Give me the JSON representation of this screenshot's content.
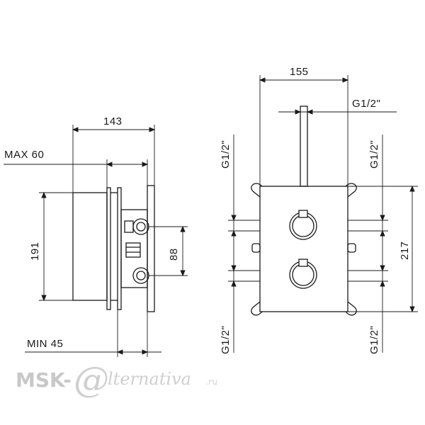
{
  "side_view": {
    "width_dim": "143",
    "max_depth": "MAX 60",
    "height_dim": "191",
    "outlet_spacing": "88",
    "min_depth": "MIN 45"
  },
  "front_view": {
    "width_dim": "155",
    "height_dim": "217",
    "thread_top": "G1/2\"",
    "thread_left_upper": "G1/2\"",
    "thread_right_upper": "G1/2\"",
    "thread_left_lower": "G1/2\"",
    "thread_right_lower": "G1/2\""
  },
  "watermark": {
    "prefix": "MSK-",
    "at_symbol": "@",
    "suffix": "lternativa",
    "domain": ".ru"
  }
}
